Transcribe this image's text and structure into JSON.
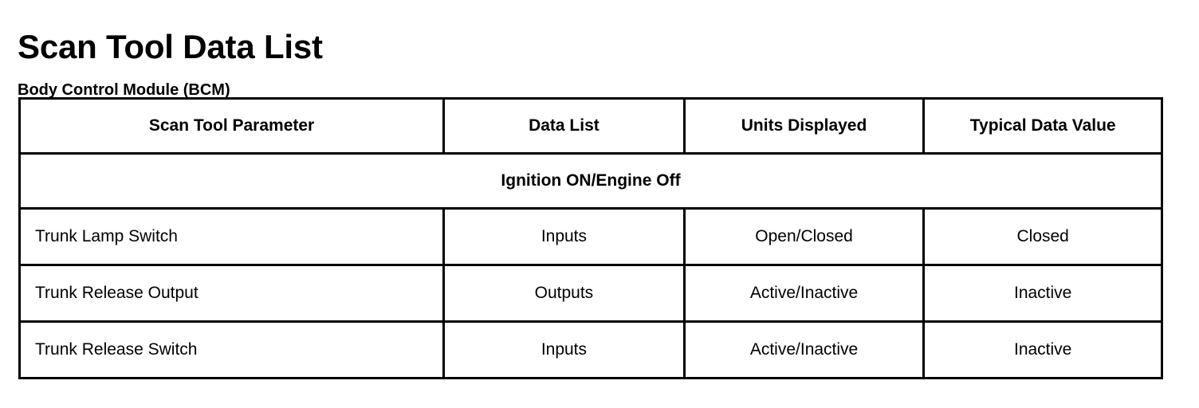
{
  "document": {
    "title": "Scan Tool Data List",
    "subtitle": "Body Control Module (BCM)"
  },
  "table": {
    "columns": [
      {
        "key": "parameter",
        "label": "Scan Tool Parameter"
      },
      {
        "key": "data_list",
        "label": "Data List"
      },
      {
        "key": "units",
        "label": "Units Displayed"
      },
      {
        "key": "typical",
        "label": "Typical Data Value"
      }
    ],
    "section": {
      "label": "Ignition ON/Engine Off"
    },
    "rows": [
      {
        "parameter": "Trunk Lamp Switch",
        "data_list": "Inputs",
        "units": "Open/Closed",
        "typical": "Closed"
      },
      {
        "parameter": "Trunk Release Output",
        "data_list": "Outputs",
        "units": "Active/Inactive",
        "typical": "Inactive"
      },
      {
        "parameter": "Trunk Release Switch",
        "data_list": "Inputs",
        "units": "Active/Inactive",
        "typical": "Inactive"
      }
    ]
  },
  "colors": {
    "text": "#000000",
    "border": "#000000",
    "background": "#ffffff"
  }
}
